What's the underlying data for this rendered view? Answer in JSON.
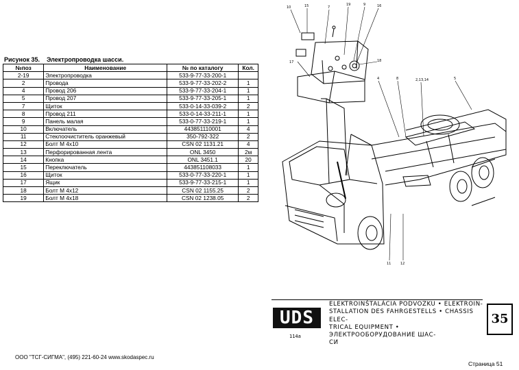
{
  "caption": {
    "figure": "Рисунок 35.",
    "title": "Электропроводка шасси."
  },
  "table": {
    "headers": [
      "№поз",
      "Наименование",
      "№ по каталогу",
      "Кол."
    ],
    "rows": [
      [
        "2-19",
        "Электропроводка",
        "533-9-77-33-200-1",
        ""
      ],
      [
        "2",
        "Провода",
        "533-9-77-33-202-2",
        "1"
      ],
      [
        "4",
        "Провод 206",
        "533-9-77-33-204-1",
        "1"
      ],
      [
        "5",
        "Провод 207",
        "533-9-77-33-205-1",
        "1"
      ],
      [
        "7",
        "Щиток",
        "533-0-14-33-039-2",
        "2"
      ],
      [
        "8",
        "Провод  211",
        "533-0-14-33-211-1",
        "1"
      ],
      [
        "9",
        "Панель малая",
        "533-0-77-33-219-1",
        "1"
      ],
      [
        "10",
        "Включатель",
        "443851110001",
        "4"
      ],
      [
        "11",
        "Стеклоочиститель оранжевый",
        "350-792-322",
        "2"
      ],
      [
        "12",
        "Болт М 4x10",
        "CSN 02 1131.21",
        "4"
      ],
      [
        "13",
        "Перфорированная лента",
        "ONL 3450",
        "2м"
      ],
      [
        "14",
        "Кнопка",
        "ONL 3451.1",
        "20"
      ],
      [
        "15",
        "Переключатель",
        "443851108033",
        "1"
      ],
      [
        "16",
        "Щиток",
        "533-0-77-33-220-1",
        "1"
      ],
      [
        "17",
        "Ящик",
        "533-9-77-33-215-1",
        "1"
      ],
      [
        "18",
        "Болт М 4x12",
        "CSN 02 1155.25",
        "2"
      ],
      [
        "19",
        "Болт М 4x18",
        "CSN 02 1238.05",
        "2"
      ]
    ]
  },
  "drawing": {
    "callouts": [
      "10",
      "15",
      "7",
      "19",
      "9",
      "16",
      "17",
      "18",
      "4",
      "8",
      "2,13,14",
      "5",
      "11",
      "12"
    ]
  },
  "title_block": {
    "logo": "UDS",
    "logo_sub": "114a",
    "lines": [
      "ELEKTROINŠTALÁCIA PODVOZKU • ELEKTROIN-",
      "STALLATION DES FAHRGESTELLS • CHASSIS ELEC-",
      "TRICAL EQUIPMENT • ЭЛЕКТРООБОРУДОВАНИЕ ШАС-",
      "СИ"
    ],
    "page_number": "35"
  },
  "footer": {
    "left": "ООО \"ТСГ-СИГМА\", (495) 221-60-24 www.skodaspec.ru",
    "right": "Страница 51"
  }
}
